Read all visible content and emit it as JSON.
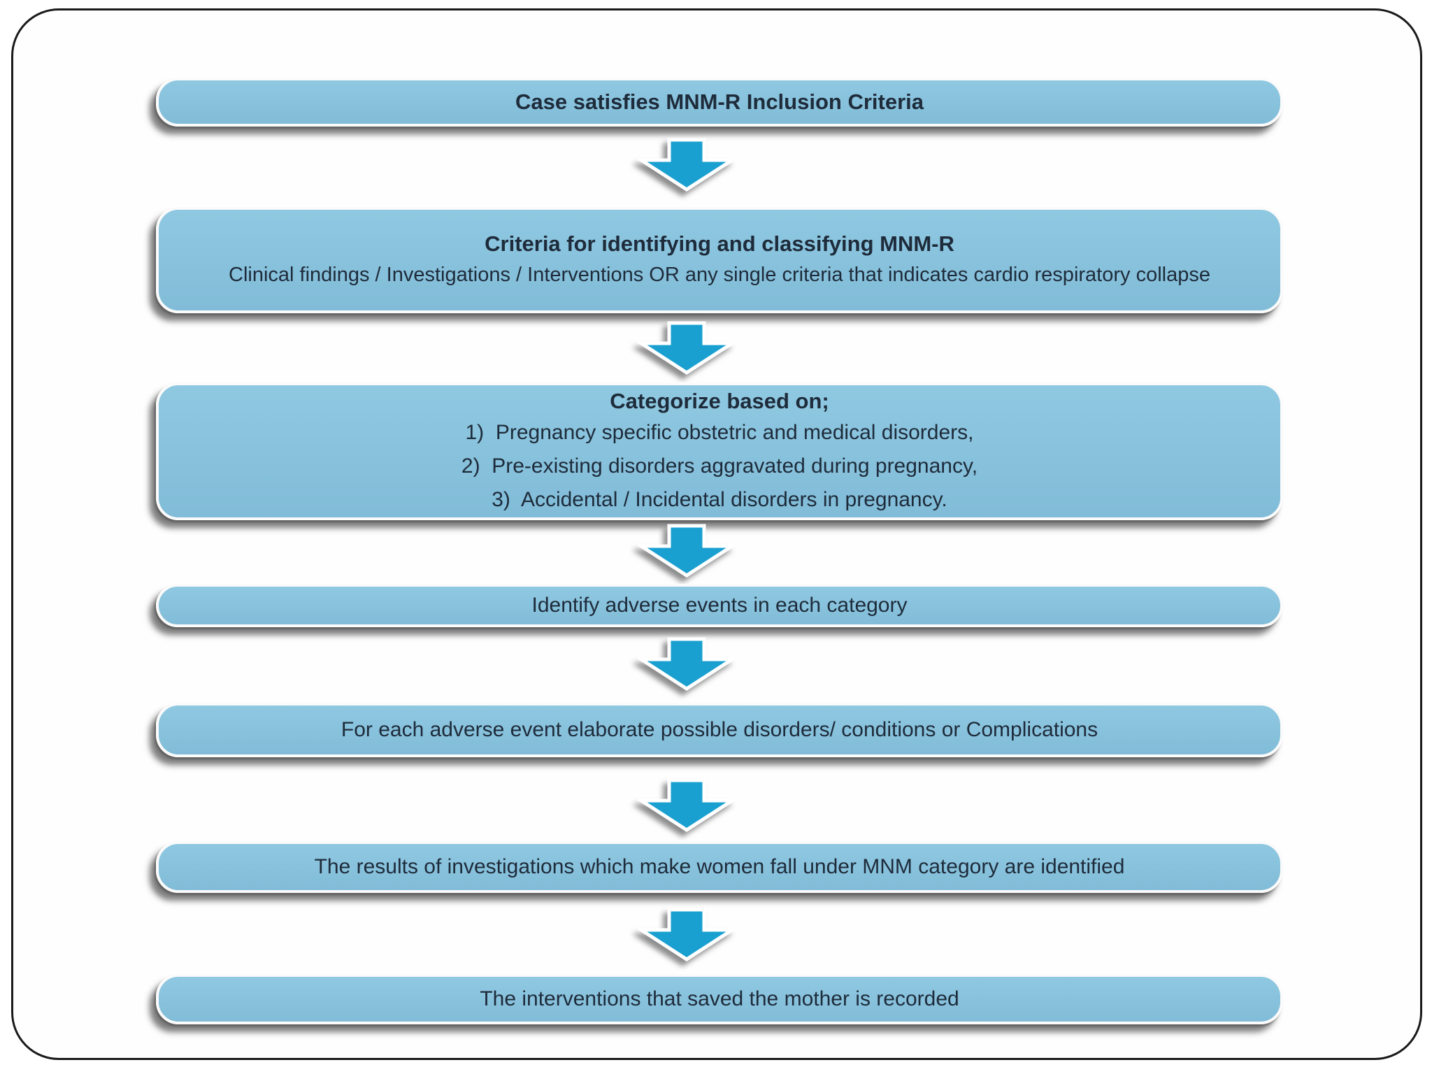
{
  "colors": {
    "box_fill_top": "#8FC8E1",
    "box_fill_bottom": "#81BCD8",
    "arrow_fill": "#19A0D0",
    "text_color": "#1E2B3A",
    "frame_border_color": "#1A1A1A",
    "box_border_color": "#FBFBFB"
  },
  "flowchart": {
    "steps": [
      {
        "title": "Case satisfies MNM-R Inclusion Criteria",
        "body": []
      },
      {
        "title": "Criteria for identifying and classifying MNM-R",
        "body": [
          "Clinical findings / Investigations / Interventions OR any single criteria that indicates cardio respiratory collapse"
        ]
      },
      {
        "title": "Categorize based on;",
        "body": [
          "1)  Pregnancy specific obstetric and medical disorders,",
          "2)  Pre-existing disorders aggravated during pregnancy,",
          "3)  Accidental / Incidental disorders in pregnancy."
        ]
      },
      {
        "title": "",
        "body": [
          "Identify adverse events in each category"
        ]
      },
      {
        "title": "",
        "body": [
          "For each adverse event elaborate possible disorders/ conditions or Complications"
        ]
      },
      {
        "title": "",
        "body": [
          "The results of investigations which make women fall under MNM category are identified"
        ]
      },
      {
        "title": "",
        "body": [
          "The interventions that saved the mother is recorded"
        ]
      }
    ]
  }
}
